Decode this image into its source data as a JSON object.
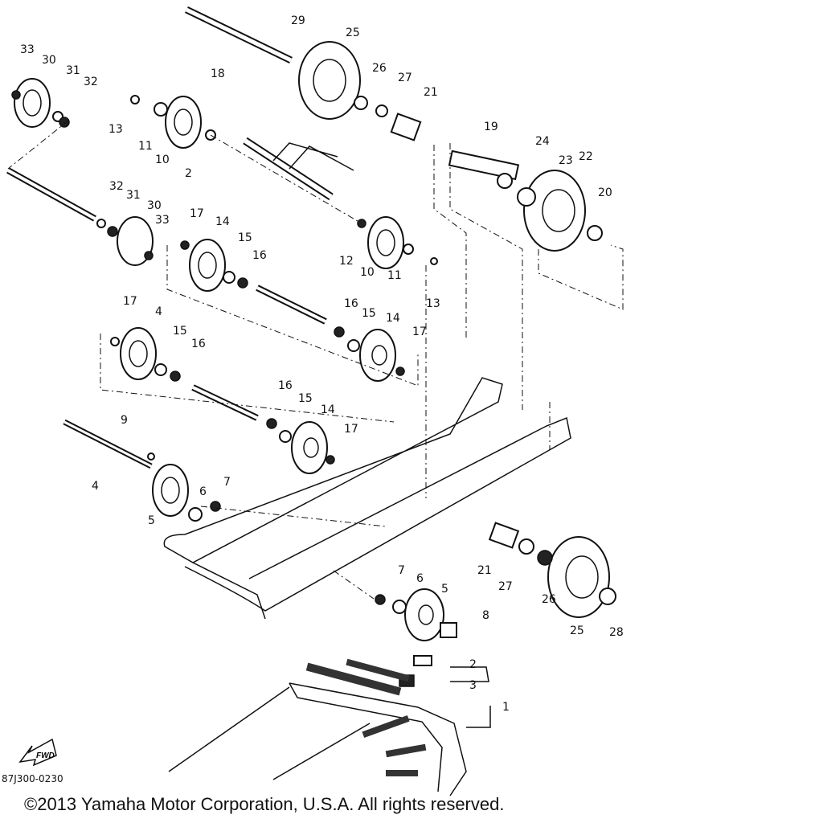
{
  "diagram": {
    "callouts": [
      "33",
      "30",
      "31",
      "32",
      "13",
      "11",
      "10",
      "2",
      "18",
      "29",
      "25",
      "26",
      "27",
      "21",
      "19",
      "24",
      "23",
      "22",
      "20",
      "32",
      "31",
      "30",
      "33",
      "17",
      "14",
      "15",
      "16",
      "12",
      "10",
      "11",
      "13",
      "17",
      "4",
      "15",
      "16",
      "16",
      "15",
      "14",
      "17",
      "16",
      "15",
      "14",
      "17",
      "9",
      "4",
      "6",
      "7",
      "5",
      "21",
      "27",
      "26",
      "25",
      "28",
      "7",
      "6",
      "5",
      "8",
      "2",
      "3",
      "1"
    ],
    "fwd_label": "FWD",
    "drawing_code": "87J300-0230",
    "copyright": "©2013 Yamaha Motor Corporation, U.S.A. All rights reserved."
  }
}
